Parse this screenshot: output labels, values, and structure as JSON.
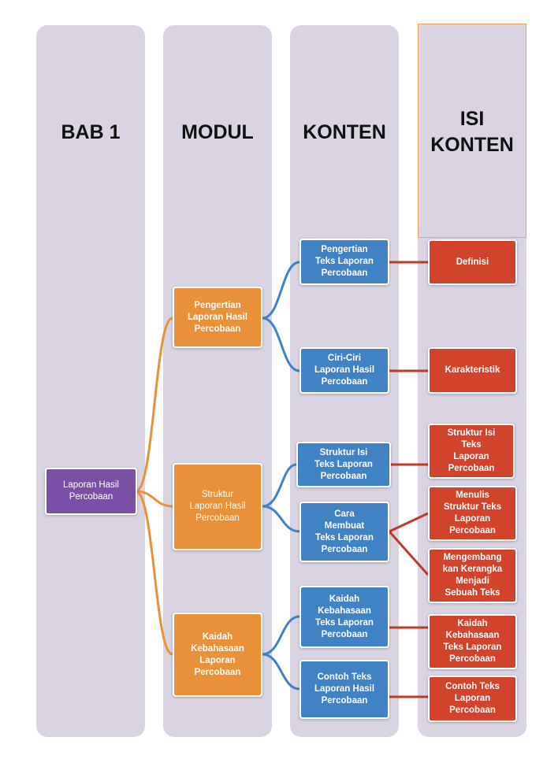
{
  "columns": {
    "bab": "BAB 1",
    "modul": "MODUL",
    "konten": "KONTEN",
    "isi_konten": "ISI\nKONTEN"
  },
  "colors": {
    "column_bg": "#d9d3e2",
    "bab_node": "#7b4fa6",
    "modul_node": "#e8913a",
    "konten_node": "#3f83c5",
    "isi_node": "#d2432b",
    "link_orange": "#e8913a",
    "link_blue": "#3f83c5",
    "link_red": "#c0392b"
  },
  "bab": {
    "label": "Laporan Hasil\nPercobaan"
  },
  "modul": [
    {
      "label": "Pengertian\nLaporan Hasil\nPercobaan"
    },
    {
      "label": "Struktur\nLaporan Hasil\nPercobaan"
    },
    {
      "label": "Kaidah\nKebahasaan\nLaporan\nPercobaan"
    }
  ],
  "konten": [
    {
      "label": "Pengertian\nTeks Laporan\nPercobaan"
    },
    {
      "label": "Ciri-Ciri\nLaporan Hasil\nPercobaan"
    },
    {
      "label": "Struktur Isi\nTeks Laporan\nPercobaan"
    },
    {
      "label": "Cara\nMembuat\nTeks Laporan\nPercobaan"
    },
    {
      "label": "Kaidah\nKebahasaan\nTeks Laporan\nPercobaan"
    },
    {
      "label": "Contoh Teks\nLaporan Hasil\nPercobaan"
    }
  ],
  "isi": [
    {
      "label": "Definisi"
    },
    {
      "label": "Karakteristik"
    },
    {
      "label": "Struktur Isi\nTeks\nLaporan\nPercobaan"
    },
    {
      "label": "Menulis\nStruktur Teks\nLaporan\nPercobaan"
    },
    {
      "label": "Mengembang\nkan Kerangka\nMenjadi\nSebuah Teks"
    },
    {
      "label": "Kaidah\nKebahasaan\nTeks Laporan\nPercobaan"
    },
    {
      "label": "Contoh Teks\nLaporan\nPercobaan"
    }
  ]
}
